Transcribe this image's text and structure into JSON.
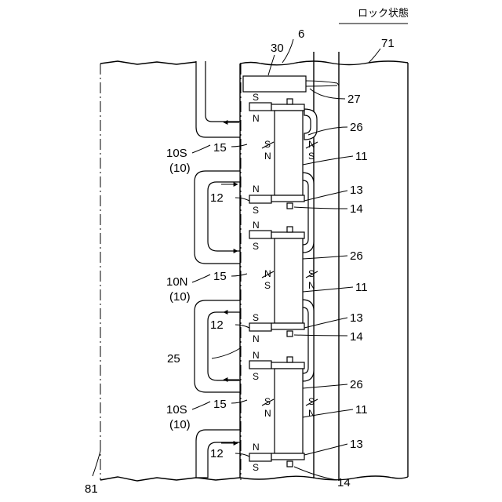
{
  "header": {
    "state_label": "ロック状態"
  },
  "labels": {
    "ref_6": "6",
    "ref_30": "30",
    "ref_71": "71",
    "ref_27": "27",
    "ref_26": "26",
    "ref_11": "11",
    "ref_13": "13",
    "ref_14": "14",
    "ref_12": "12",
    "ref_15": "15",
    "ref_25": "25",
    "ref_81": "81",
    "group_10s": "10S",
    "group_10n": "10N",
    "group_10": "(10)"
  },
  "poles": {
    "n": "N",
    "s": "S"
  }
}
